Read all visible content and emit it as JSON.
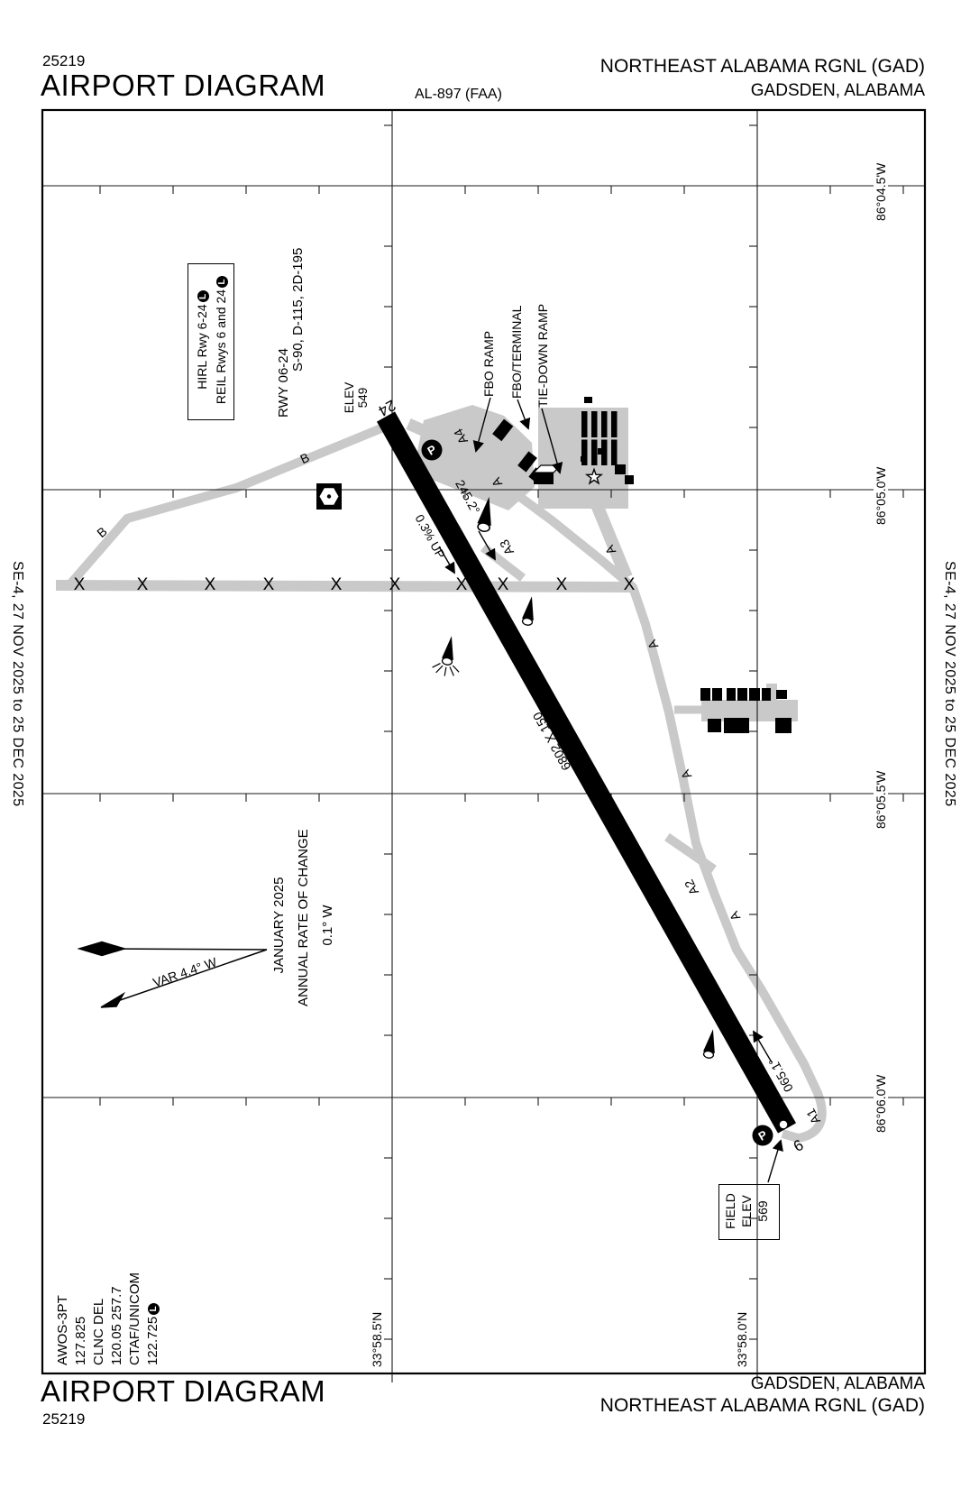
{
  "header": {
    "chart_number": "25219",
    "title": "AIRPORT DIAGRAM",
    "procedure_code": "AL-897 (FAA)",
    "airport": "NORTHEAST ALABAMA RGNL (GAD)",
    "city": "GADSDEN, ALABAMA"
  },
  "footer": {
    "title": "AIRPORT DIAGRAM",
    "chart_number": "25219",
    "city": "GADSDEN, ALABAMA",
    "airport": "NORTHEAST ALABAMA RGNL (GAD)"
  },
  "margin": {
    "edition": "SE-4, 27 NOV 2025 to 25 DEC 2025"
  },
  "grid": {
    "lon": [
      "86°04.5'W",
      "86°05.0'W",
      "86°05.5'W",
      "86°06.0'W"
    ],
    "lat": [
      "33°58.5'N",
      "33°58.0'N"
    ]
  },
  "lighting": {
    "l1": "HIRL Rwy 6-24",
    "l2": "REIL Rwys 6 and 24",
    "pcl": "L"
  },
  "runway_info": {
    "l1": "RWY 06-24",
    "l2": "S-90, D-115, 2D-195"
  },
  "runway": {
    "num24": "24",
    "num6": "6",
    "dim": "6802 X 150",
    "hdg24": "245.2°",
    "hdg6": "065.1°",
    "slope": "0.3% UP",
    "elev_label": "ELEV",
    "elev_value": "549"
  },
  "field_elev": {
    "l1": "FIELD",
    "l2": "ELEV",
    "value": "569"
  },
  "ramps": {
    "fbo": "FBO RAMP",
    "terminal": "FBO/TERMINAL",
    "tiedown": "TIE-DOWN RAMP"
  },
  "taxiways": {
    "a": "A",
    "a1": "A1",
    "a2": "A2",
    "a3": "A3",
    "a4": "A4",
    "b": "B",
    "closed": "X"
  },
  "comms": {
    "awos": "AWOS-3PT",
    "awos_f": "127.825",
    "clnc": "CLNC DEL",
    "clnc_f": "120.05 257.7",
    "ctaf": "CTAF/UNICOM",
    "ctaf_f": "122.725",
    "pcl": "L"
  },
  "variation": {
    "label": "VAR 4.4°  W",
    "date": "JANUARY 2025",
    "rate1": "ANNUAL RATE OF CHANGE",
    "rate2": "0.1° W"
  },
  "symbols": {
    "parking": "P"
  }
}
